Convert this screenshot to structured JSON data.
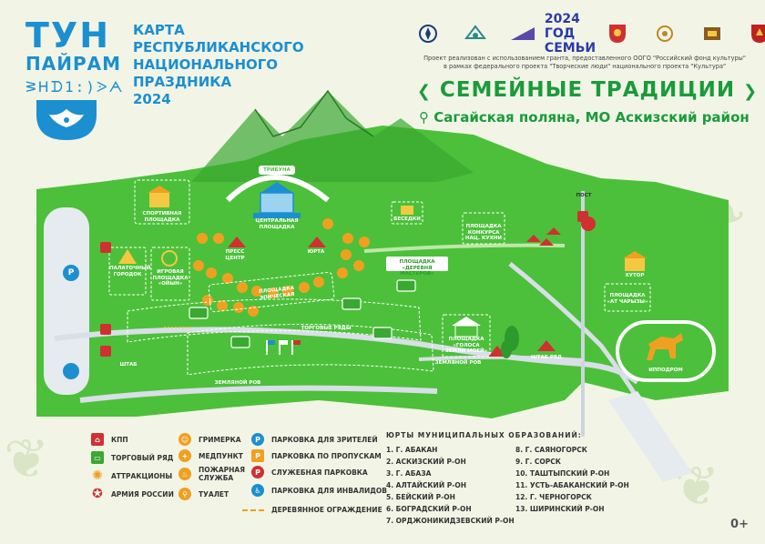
{
  "logo": {
    "line1": "ТУН",
    "line2": "ПАЙРАМ",
    "runes": "ᕒᕼᗪ1:)ᐷᗅ"
  },
  "header": {
    "title_lines": [
      "КАРТА",
      "РЕСПУБЛИКАНСКОГО",
      "НАЦИОНАЛЬНОГО",
      "ПРАЗДНИКА",
      "2024"
    ],
    "partner_badge": "2024 ГОД СЕМЬИ",
    "grant_line1": "Проект реализован с использованием гранта, предоставленного ООГО \"Российский фонд культуры\"",
    "grant_line2": "в рамках федерального проекта \"Творческие люди\" национального проекта \"Культура\"",
    "slogan": "СЕМЕЙНЫЕ ТРАДИЦИИ",
    "location": "Сагайская поляна, МО Аскизский район"
  },
  "map_labels": {
    "tribuna": "ТРИБУНА",
    "central": "ЦЕНТРАЛЬНАЯ ПЛОЩАДКА",
    "sport": "СПОРТИВНАЯ ПЛОЩАДКА",
    "press": "ПРЕСС ЦЕНТР",
    "yurta": "ЮРТА",
    "gazebos": "БЕСЕДКИ",
    "cuisine": "ПЛОЩАДКА КОНКУРСА НАЦ. КУХНИ",
    "post": "ПОСТ",
    "masters": "ПЛОЩАДКА «ДЕРЕВНЯ МАСТЕРОВ»",
    "epic": "ПЛОЩАДКА ЭПИЧЕСКАЯ",
    "tent": "ПАЛАТОЧНЫЙ ГОРОДОК",
    "game": "ИГРОВАЯ ПЛОЩАДКА «ОЙЫН»",
    "trade": "ТОРГОВЫЕ РЯДЫ",
    "voices": "ПЛОЩАДКА «ГОЛОСА ЗЕМЛИ МОЕЙ»",
    "hq": "ШТАБ РВД",
    "shtab": "ШТАБ",
    "khutor": "ХУТОР",
    "horse": "ПЛОЩАДКА «АТ ЧАРЫЗЫ»",
    "hippodrome": "ИППОДРОМ",
    "earth1": "ЗЕМЛЯНОЙ РОВ",
    "earth2": "ЗЕМЛЯНОЙ РОВ",
    "parking_p": "P"
  },
  "legend": {
    "col1": [
      "КПП",
      "ТОРГОВЫЙ РЯД",
      "АТТРАКЦИОНЫ",
      "АРМИЯ РОССИИ"
    ],
    "col2": [
      "ГРИМЕРКА",
      "МЕДПУНКТ",
      "ПОЖАРНАЯ СЛУЖБА",
      "ТУАЛЕТ"
    ],
    "col3": [
      "ПАРКОВКА ДЛЯ ЗРИТЕЛЕЙ",
      "ПАРКОВКА ПО ПРОПУСКАМ",
      "СЛУЖЕБНАЯ ПАРКОВКА",
      "ПАРКОВКА ДЛЯ ИНВАЛИДОВ"
    ],
    "fence": "ДЕРЕВЯННОЕ ОГРАЖДЕНИЕ"
  },
  "yurts": {
    "heading": "ЮРТЫ МУНИЦИПАЛЬНЫХ ОБРАЗОВАНИЙ:",
    "left": [
      "1. Г. АБАКАН",
      "2. АСКИЗСКИЙ Р-ОН",
      "3. Г. АБАЗА",
      "4. АЛТАЙСКИЙ Р-ОН",
      "5. БЕЙСКИЙ Р-ОН",
      "6. БОГРАДСКИЙ Р-ОН",
      "7. ОРДЖОНИКИДЗЕВСКИЙ Р-ОН"
    ],
    "right": [
      "8. Г. САЯНОГОРСК",
      "9. Г. СОРСК",
      "10. ТАШТЫПСКИЙ Р-ОН",
      "11. УСТЬ-АБАКАНСКИЙ Р-ОН",
      "12. Г. ЧЕРНОГОРСК",
      "13. ШИРИНСКИЙ Р-ОН"
    ]
  },
  "age_rating": "0+",
  "colors": {
    "grass": "#4cc03a",
    "grass_dark": "#2e9a2b",
    "brand_blue": "#1c8fd0",
    "brand_green": "#1a9b3b",
    "road": "#d8dfe6",
    "yurt": "#f0a020"
  }
}
